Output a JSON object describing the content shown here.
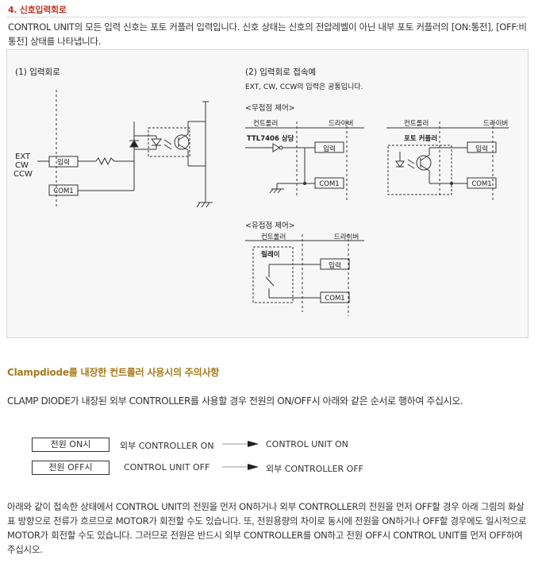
{
  "section_title": "4. 신호입력회로",
  "intro": "CONTROL UNIT의 모든 입력 신호는 포토 커플러 입력입니다.  신호 상태는 신호의 전압레벨이 아닌 내부 포토 커플러의 [ON:통전], [OFF:비통전] 상태를 나타냅니다.",
  "figure": {
    "circuit_title": "(1) 입력회로",
    "ext": "EXT",
    "cw": "CW",
    "ccw": "CCW",
    "input_box": "입력",
    "com_box": "COM1",
    "connection_title": "(2) 입력회로 접속예",
    "connection_note": "EXT, CW, CCW의 입력은 공통입니다.",
    "no_contact_title": "<무접점 제어>",
    "controller": "컨트롤러",
    "driver": "드라이버",
    "ttl_label": "TTL7406 상당",
    "photo_coupler": "포토 커플러",
    "contact_title": "<유접점 제어>",
    "relay": "릴레이"
  },
  "clamp_heading": "Clampdiode를 내장한 컨트롤러 사용시의 주의사항",
  "clamp_warning": "CLAMP DIODE가 내장된 외부 CONTROLLER를 사용할 경우 전원의 ON/OFF시 아래와 같은 순서로 행하여 주십시오.",
  "sequence": [
    {
      "state": "전원 ON시",
      "first": "외부 CONTROLLER ON",
      "then": "CONTROL UNIT ON"
    },
    {
      "state": "전원 OFF시",
      "first": "CONTROL UNIT OFF",
      "then": "외부 CONTROLLER OFF"
    }
  ],
  "outro": "아래와 같이 접속한 상태에서 CONTROL UNIT의 전원을 먼저 ON하거나 외부 CONTROLLER의 전원을 먼저 OFF할 경우 아래 그림의 화살표 방향으로  전류가 흐르므로 MOTOR가 회전할 수도 있습니다.  또, 전원용량의 차이로 동시에 전원을 ON하거나 OFF할 경우에도 일시적으로 MOTOR가 회전할 수도 있습니다.  그러므로 전원은 반드시 외부 CONTROLLER를 ON하고 전원 OFF시 CONTROL UNIT를 먼저 OFF하여 주십시오.",
  "colors": {
    "section_title": "#c0392b",
    "heading": "#a87a1c",
    "text": "#333333",
    "figure_bg": "#f7f7f7"
  }
}
